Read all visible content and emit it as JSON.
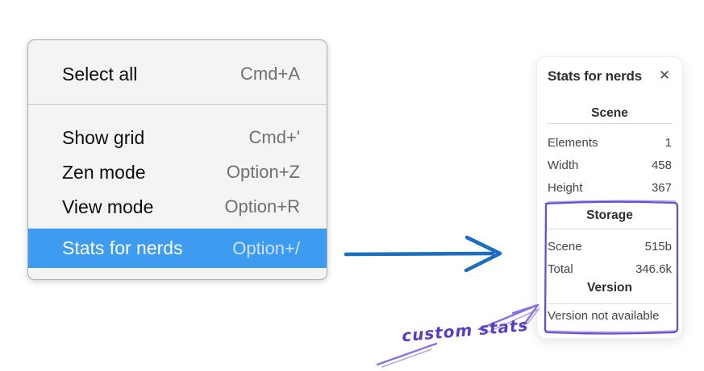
{
  "context_menu": {
    "items": [
      {
        "label": "Select all",
        "shortcut": "Cmd+A",
        "selected": false
      },
      {
        "label": "Show grid",
        "shortcut": "Cmd+'",
        "selected": false
      },
      {
        "label": "Zen mode",
        "shortcut": "Option+Z",
        "selected": false
      },
      {
        "label": "View mode",
        "shortcut": "Option+R",
        "selected": false
      },
      {
        "label": "Stats for nerds",
        "shortcut": "Option+/",
        "selected": true
      }
    ],
    "highlight_color": "#3d9bf0"
  },
  "stats_panel": {
    "title": "Stats for nerds",
    "close_icon": "✕",
    "sections": [
      {
        "heading": "Scene",
        "rows": [
          {
            "label": "Elements",
            "value": "1"
          },
          {
            "label": "Width",
            "value": "458"
          },
          {
            "label": "Height",
            "value": "367"
          }
        ]
      },
      {
        "heading": "Storage",
        "rows": [
          {
            "label": "Scene",
            "value": "515b"
          },
          {
            "label": "Total",
            "value": "346.6k"
          }
        ]
      },
      {
        "heading": "Version",
        "message": "Version not available"
      }
    ]
  },
  "annotation": {
    "label": "custom stats",
    "text_color": "#5b3bc4",
    "arrow_color": "#8a70e2",
    "box_color": "#6a4fd0"
  },
  "flow_arrow": {
    "color": "#1c6ec2",
    "direction": "right"
  }
}
